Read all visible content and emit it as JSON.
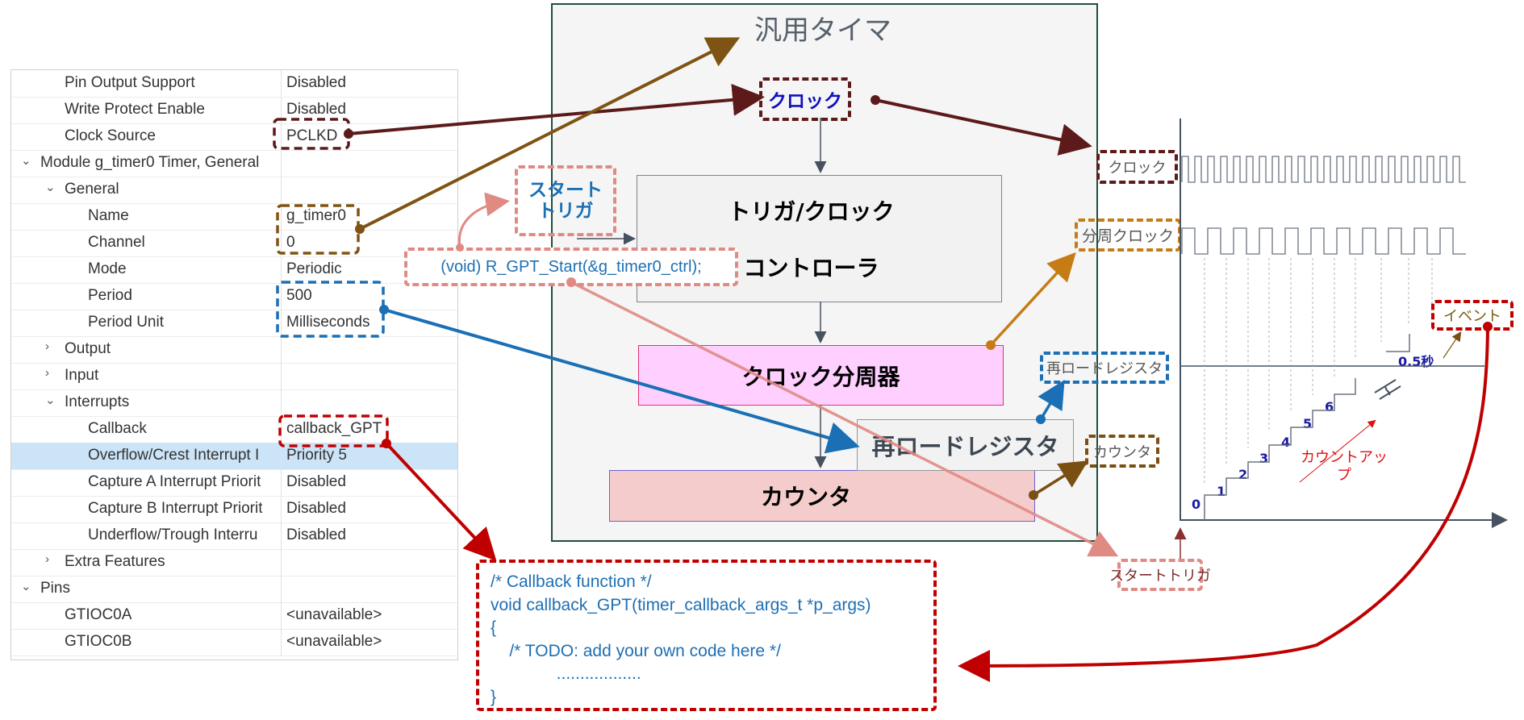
{
  "properties": {
    "rows": [
      {
        "name": "Pin Output Support",
        "value": "Disabled",
        "indent": 2,
        "chevron": ""
      },
      {
        "name": "Write Protect Enable",
        "value": "Disabled",
        "indent": 2,
        "chevron": ""
      },
      {
        "name": "Clock Source",
        "value": "PCLKD",
        "indent": 2,
        "chevron": ""
      },
      {
        "name": "Module g_timer0 Timer, General",
        "value": "",
        "indent": 1,
        "chevron": "down"
      },
      {
        "name": "General",
        "value": "",
        "indent": 2,
        "chevron": "down"
      },
      {
        "name": "Name",
        "value": "g_timer0",
        "indent": 3,
        "chevron": ""
      },
      {
        "name": "Channel",
        "value": "0",
        "indent": 3,
        "chevron": ""
      },
      {
        "name": "Mode",
        "value": "Periodic",
        "indent": 3,
        "chevron": ""
      },
      {
        "name": "Period",
        "value": "500",
        "indent": 3,
        "chevron": ""
      },
      {
        "name": "Period Unit",
        "value": "Milliseconds",
        "indent": 3,
        "chevron": ""
      },
      {
        "name": "Output",
        "value": "",
        "indent": 2,
        "chevron": "right"
      },
      {
        "name": "Input",
        "value": "",
        "indent": 2,
        "chevron": "right"
      },
      {
        "name": "Interrupts",
        "value": "",
        "indent": 2,
        "chevron": "down"
      },
      {
        "name": "Callback",
        "value": "callback_GPT",
        "indent": 3,
        "chevron": ""
      },
      {
        "name": "Overflow/Crest Interrupt I",
        "value": "Priority 5",
        "indent": 3,
        "chevron": "",
        "selected": true
      },
      {
        "name": "Capture A Interrupt Priorit",
        "value": "Disabled",
        "indent": 3,
        "chevron": ""
      },
      {
        "name": "Capture B Interrupt Priorit",
        "value": "Disabled",
        "indent": 3,
        "chevron": ""
      },
      {
        "name": "Underflow/Trough Interru",
        "value": "Disabled",
        "indent": 3,
        "chevron": ""
      },
      {
        "name": "Extra Features",
        "value": "",
        "indent": 2,
        "chevron": "right"
      },
      {
        "name": "Pins",
        "value": "",
        "indent": 1,
        "chevron": "down"
      },
      {
        "name": "GTIOC0A",
        "value": "<unavailable>",
        "indent": 2,
        "chevron": ""
      },
      {
        "name": "GTIOC0B",
        "value": "<unavailable>",
        "indent": 2,
        "chevron": ""
      }
    ]
  },
  "timer": {
    "title": "汎用タイマ",
    "clock_label": "クロック",
    "start_trigger_label_1": "スタート",
    "start_trigger_label_2": "トリガ",
    "start_call": "(void) R_GPT_Start(&g_timer0_ctrl);",
    "controller_line1": "トリガ/クロック",
    "controller_line2": "コントローラ",
    "divider": "クロック分周器",
    "reload_register": "再ロードレジスタ",
    "counter": "カウンタ"
  },
  "callback_code": {
    "lines": [
      "/* Callback function */",
      "void callback_GPT(timer_callback_args_t *p_args)",
      "{",
      "    /* TODO: add your own code here */",
      "              ..................",
      "}"
    ]
  },
  "timing": {
    "clock_label": "クロック",
    "divided_clock_label": "分周クロック",
    "reload_label": "再ロードレジスタ",
    "counter_label": "カウンタ",
    "start_trigger_label": "スタートトリガ",
    "event_label": "イベント",
    "period_label": "0.5秒",
    "count_up_label_1": "カウントアッ",
    "count_up_label_2": "プ",
    "steps": [
      "0",
      "1",
      "2",
      "3",
      "4",
      "5",
      "6"
    ],
    "clock_pulses": 22,
    "divided_clock_pulses": 11
  },
  "colors": {
    "clock": "#5c1a1a",
    "name": "#7f5313",
    "period": "#1a6fb5",
    "callback": "#c00000",
    "start": "#e08a84",
    "divided": "#c67c15",
    "counter_link": "#7a4f12",
    "code_text": "#1e6fb3"
  }
}
